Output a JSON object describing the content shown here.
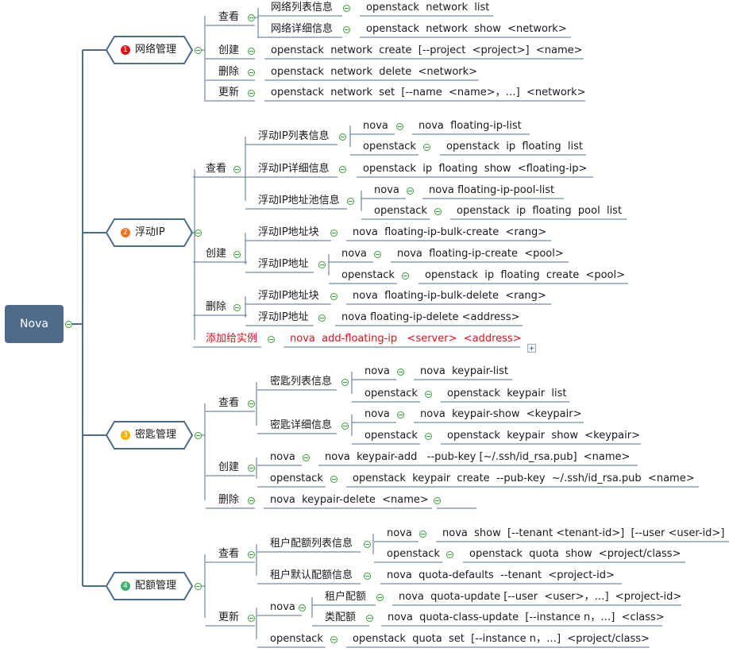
{
  "root": "Nova",
  "colors": {
    "line": "#4f6b8c",
    "badge_red": "#e0101a",
    "badge_orange": "#f07020",
    "badge_yellow": "#f0b400",
    "badge_green": "#3fb06a",
    "toggle": "#3aa03a",
    "highlight": "#e0101a"
  },
  "branches": [
    {
      "num": "1",
      "label": "网络管理",
      "groups": [
        {
          "label": "查看",
          "items": [
            {
              "label": "网络列表信息",
              "cmd": "openstack  network  list"
            },
            {
              "label": "网络详细信息",
              "cmd": "openstack  network  show  <network>"
            }
          ]
        },
        {
          "label": "创建",
          "cmd": "openstack  network  create  [--project  <project>]  <name>"
        },
        {
          "label": "删除",
          "cmd": "openstack  network  delete  <network>"
        },
        {
          "label": "更新",
          "cmd": "openstack  network  set  [--name  <name>，…]  <network>"
        }
      ]
    },
    {
      "num": "2",
      "label": "浮动IP",
      "groups": [
        {
          "label": "查看",
          "items": [
            {
              "label": "浮动IP列表信息",
              "subs": [
                {
                  "tool": "nova",
                  "cmd": "nova  floating-ip-list"
                },
                {
                  "tool": "openstack",
                  "cmd": "openstack  ip  floating  list"
                }
              ]
            },
            {
              "label": "浮动IP详细信息",
              "cmd": "openstack  ip  floating  show  <floating-ip>"
            },
            {
              "label": "浮动IP地址池信息",
              "subs": [
                {
                  "tool": "nova",
                  "cmd": "nova floating-ip-pool-list"
                },
                {
                  "tool": "openstack",
                  "cmd": "openstack  ip  floating  pool  list"
                }
              ]
            }
          ]
        },
        {
          "label": "创建",
          "items": [
            {
              "label": "浮动IP地址块",
              "cmd": "nova  floating-ip-bulk-create  <rang>"
            },
            {
              "label": "浮动IP地址",
              "subs": [
                {
                  "tool": "nova",
                  "cmd": "nova  floating-ip-create  <pool>"
                },
                {
                  "tool": "openstack",
                  "cmd": "openstack  ip  floating  create  <pool>"
                }
              ]
            }
          ]
        },
        {
          "label": "删除",
          "items": [
            {
              "label": "浮动IP地址块",
              "cmd": "nova  floating-ip-bulk-delete  <rang>"
            },
            {
              "label": "浮动IP地址",
              "cmd": "nova floating-ip-delete <address>"
            }
          ]
        },
        {
          "label": "添加给实例",
          "cmd": "nova  add-floating-ip   <server>  <address>"
        }
      ]
    },
    {
      "num": "3",
      "label": "密匙管理",
      "groups": [
        {
          "label": "查看",
          "items": [
            {
              "label": "密匙列表信息",
              "subs": [
                {
                  "tool": "nova",
                  "cmd": "nova  keypair-list"
                },
                {
                  "tool": "openstack",
                  "cmd": "openstack  keypair  list"
                }
              ]
            },
            {
              "label": "密匙详细信息",
              "subs": [
                {
                  "tool": "nova",
                  "cmd": "nova  keypair-show  <keypair>"
                },
                {
                  "tool": "openstack",
                  "cmd": "openstack  keypair  show  <keypair>"
                }
              ]
            }
          ]
        },
        {
          "label": "创建",
          "items": [
            {
              "label": "nova",
              "cmd": "nova  keypair-add   --pub-key [~/.ssh/id_rsa.pub]  <name>"
            },
            {
              "label": "openstack",
              "cmd": "openstack  keypair  create  --pub-key  ~/.ssh/id_rsa.pub  <name>"
            }
          ]
        },
        {
          "label": "删除",
          "cmd": "nova  keypair-delete  <name>"
        }
      ]
    },
    {
      "num": "4",
      "label": "配额管理",
      "groups": [
        {
          "label": "查看",
          "items": [
            {
              "label": "租户配额列表信息",
              "subs": [
                {
                  "tool": "nova",
                  "cmd": "nova  show  [--tenant <tenant-id>]  [--user <user-id>]"
                },
                {
                  "tool": "openstack",
                  "cmd": "openstack  quota  show  <project/class>"
                }
              ]
            },
            {
              "label": "租户默认配额信息",
              "cmd": "nova  quota-defaults  --tenant  <project-id>"
            }
          ]
        },
        {
          "label": "更新",
          "items": [
            {
              "label": "nova",
              "subs": [
                {
                  "tool": "租户配额",
                  "cmd": "nova  quota-update [--user  <user>，…]  <project-id>"
                },
                {
                  "tool": "类配额",
                  "cmd": "nova  quota-class-update  [--instance n，…]  <class>"
                }
              ]
            },
            {
              "label": "openstack",
              "cmd": "openstack  quota  set  [--instance n，…]  <project/class>"
            }
          ]
        }
      ]
    }
  ]
}
